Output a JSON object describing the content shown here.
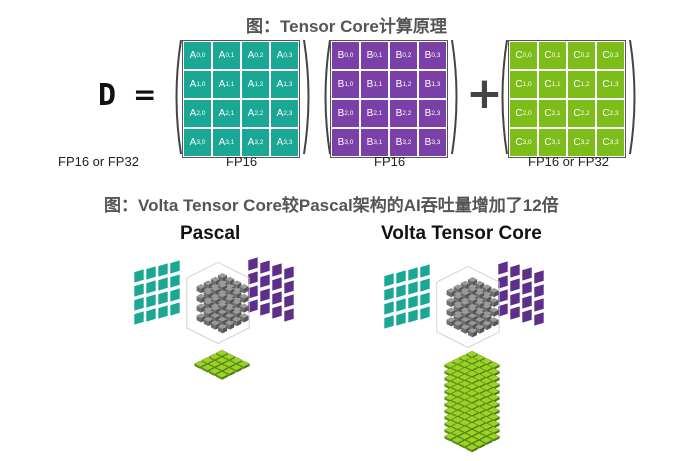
{
  "top_title": "图：Tensor Core计算原理",
  "equation": {
    "result_symbol": "D",
    "equals": "=",
    "plus": "+",
    "result_precision": "FP16 or FP32",
    "matrices": [
      {
        "name": "A",
        "color": "#1aa894",
        "caption": "FP16"
      },
      {
        "name": "B",
        "color": "#7b3fa8",
        "caption": "FP16"
      },
      {
        "name": "C",
        "color": "#7dbd1a",
        "caption": "FP16 or FP32"
      }
    ]
  },
  "bottom_title": "图：Volta Tensor Core较Pascal架构的AI吞吐量增加了12倍",
  "panels": [
    {
      "label": "Pascal"
    },
    {
      "label": "Volta Tensor Core"
    }
  ],
  "colors": {
    "teal": "#1aa894",
    "purple": "#5d2f8a",
    "green": "#7dbd1a",
    "gray": "#7a7a7a"
  }
}
